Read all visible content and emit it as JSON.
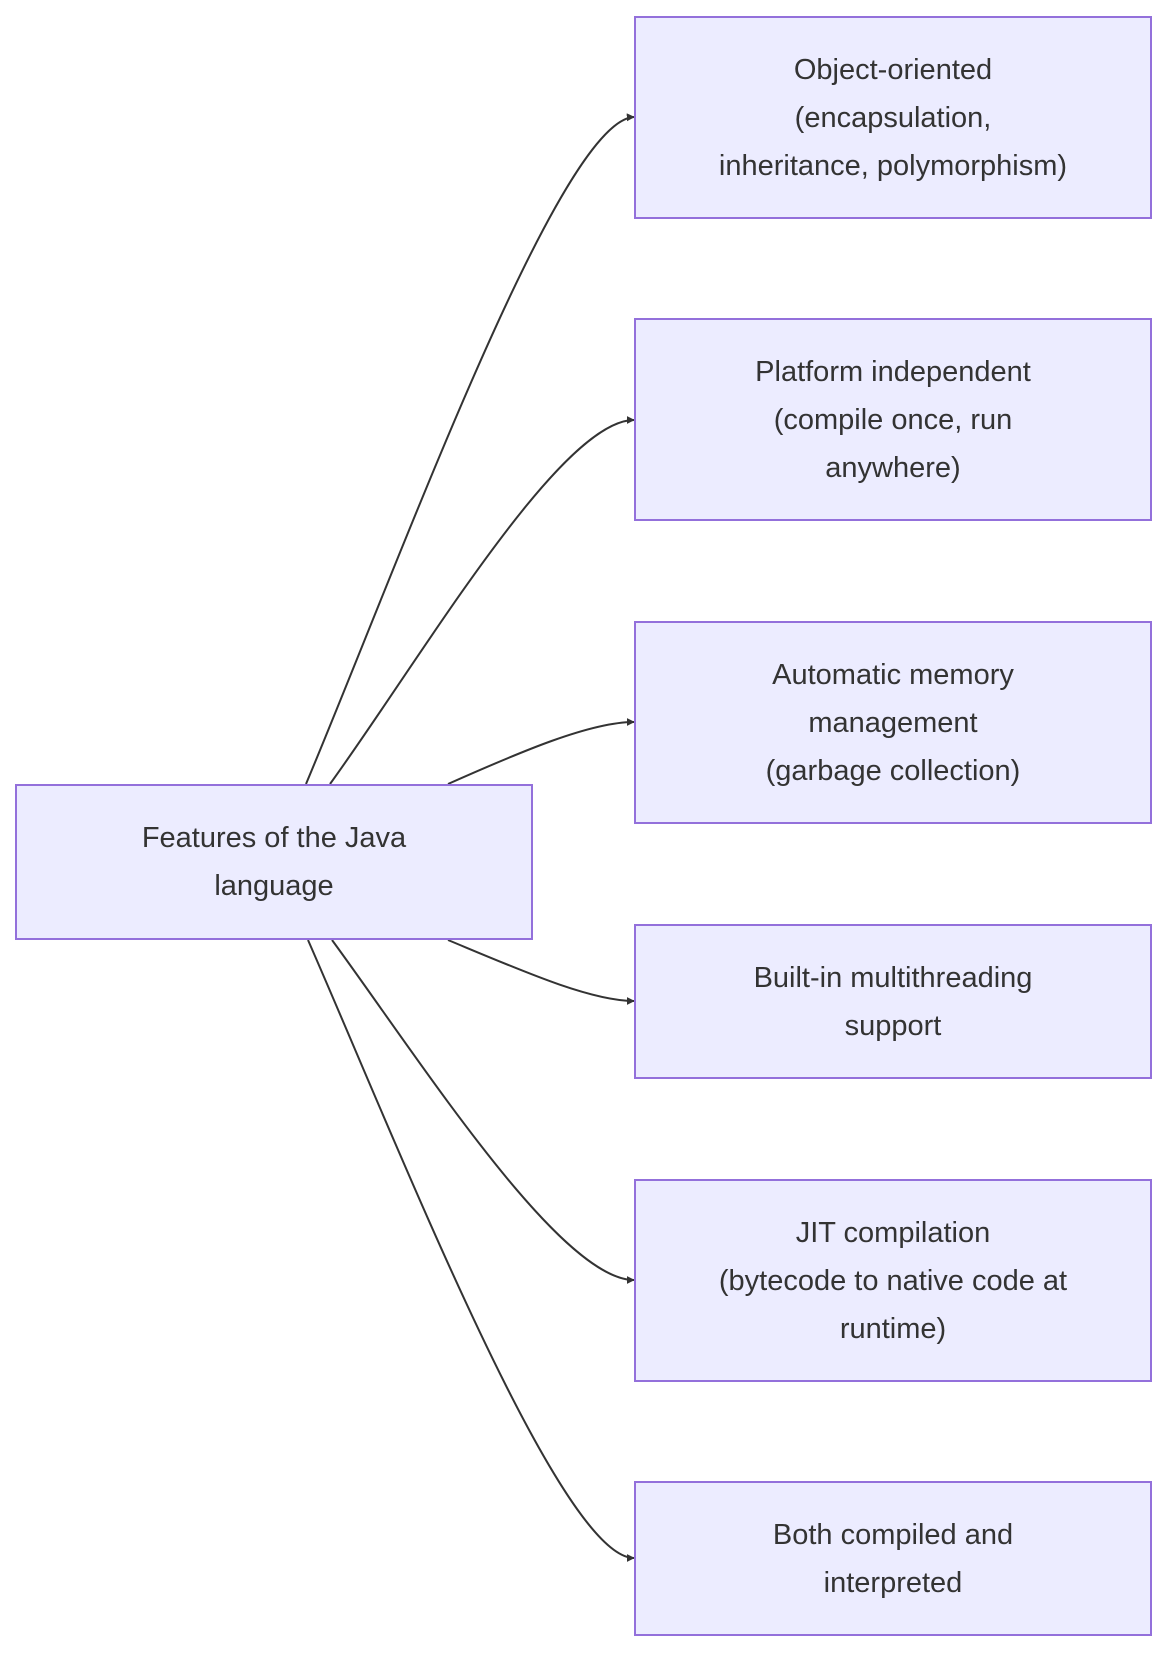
{
  "diagram": {
    "root": {
      "id": "root",
      "lines": [
        "Features of the Java",
        "language"
      ]
    },
    "children": [
      {
        "id": "oop",
        "lines": [
          "Object-oriented",
          "(encapsulation,",
          "inheritance, polymorphism)"
        ]
      },
      {
        "id": "platform",
        "lines": [
          "Platform independent",
          "(compile once, run",
          "anywhere)"
        ]
      },
      {
        "id": "memory",
        "lines": [
          "Automatic memory",
          "management",
          "(garbage collection)"
        ]
      },
      {
        "id": "multithreading",
        "lines": [
          "Built-in multithreading",
          "support"
        ]
      },
      {
        "id": "jit",
        "lines": [
          "JIT compilation",
          "(bytecode to native code at",
          "runtime)"
        ]
      },
      {
        "id": "hybrid",
        "lines": [
          "Both compiled and",
          "interpreted"
        ]
      }
    ],
    "colors": {
      "node_fill": "#ececff",
      "node_border": "#9370db",
      "text": "#333333",
      "edge": "#333333"
    }
  }
}
